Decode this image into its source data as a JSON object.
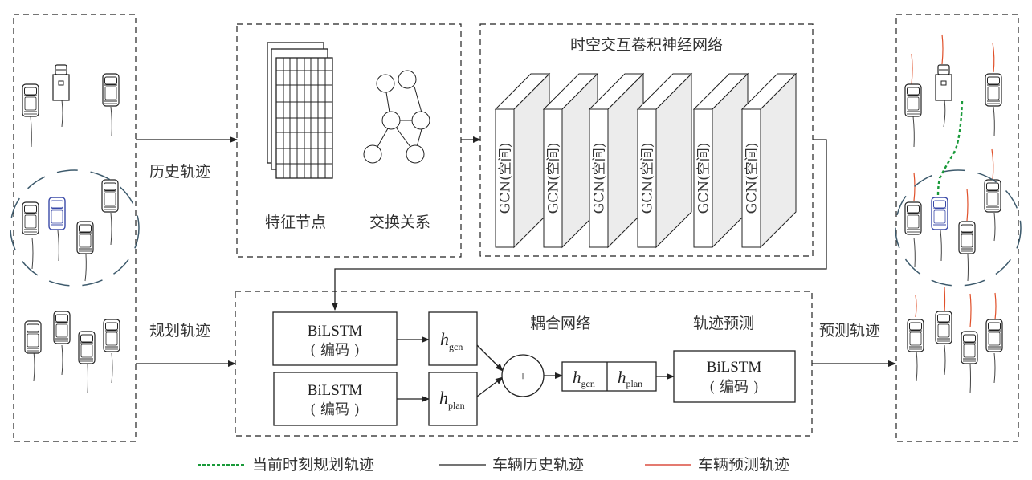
{
  "diagram": {
    "left_panel": {
      "label": "input-scene"
    },
    "arrows": {
      "history_label": "历史轨迹",
      "plan_label": "规划轨迹",
      "prediction_label": "预测轨迹"
    },
    "graph_panel": {
      "feature_label": "特征节点",
      "relation_label": "交换关系"
    },
    "gcn_panel": {
      "title": "时空交互卷积神经网络",
      "layers": [
        "GCN(空间)",
        "GCN(空间)",
        "GCN(空间)",
        "GCN(空间)",
        "GCN(空间)",
        "GCN(空间)"
      ]
    },
    "coupling_panel": {
      "encoder_top": {
        "title": "BiLSTM",
        "subtitle": "( 编码 )"
      },
      "encoder_bottom": {
        "title": "BiLSTM",
        "subtitle": "( 编码 )"
      },
      "h_gcn": {
        "main": "h",
        "sub": "gcn"
      },
      "h_plan": {
        "main": "h",
        "sub": "plan"
      },
      "plus": "+",
      "coupling_label": "耦合网络",
      "prediction_label": "轨迹预测",
      "concat": [
        {
          "main": "h",
          "sub": "gcn"
        },
        {
          "main": "h",
          "sub": "plan"
        }
      ],
      "decoder": {
        "title": "BiLSTM",
        "subtitle": "( 编码 )"
      }
    },
    "legend": [
      {
        "label": "当前时刻规划轨迹",
        "color": "#1a9a3a",
        "style": "dashed"
      },
      {
        "label": "车辆历史轨迹",
        "color": "#222222",
        "style": "solid"
      },
      {
        "label": "车辆预测轨迹",
        "color": "#d42a1a",
        "style": "solid"
      }
    ],
    "colors": {
      "ego_vehicle": "#3a4aa8",
      "predicted_trail": "#e0502a",
      "planned_path": "#1a9a3a",
      "interaction_zone": "#3d5a6c"
    }
  }
}
